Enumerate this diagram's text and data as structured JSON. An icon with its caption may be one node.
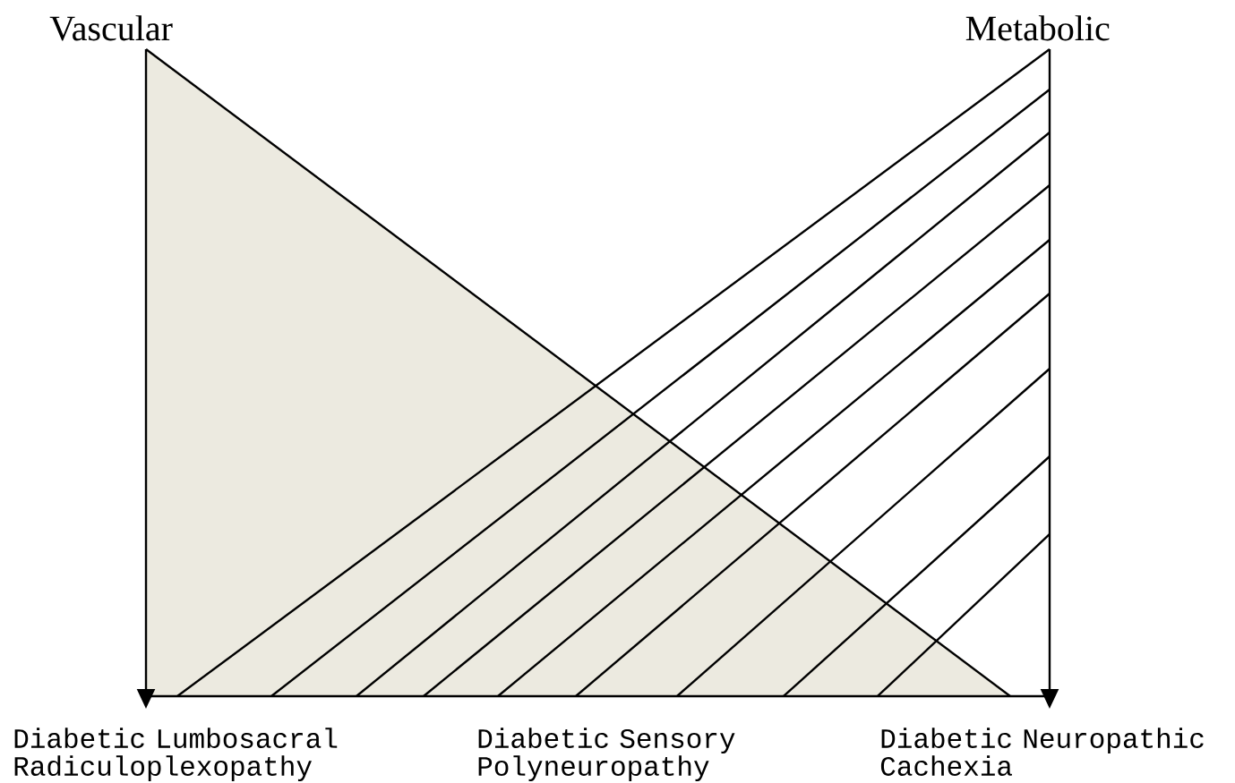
{
  "diagram": {
    "labels": [
      "Vascular",
      "Metabolic",
      "Diabetic Lumbosacral Radiculoplexopathy",
      "Diabetic Sensory Polyneuropathy",
      "Diabetic Neuropathic Cachexia"
    ]
  }
}
